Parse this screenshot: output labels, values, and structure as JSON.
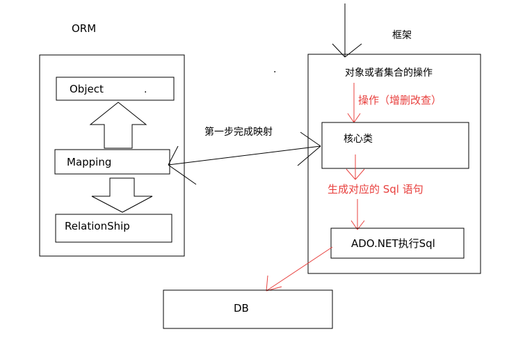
{
  "labels": {
    "orm_title": "ORM",
    "framework_title": "框架",
    "object": "Object",
    "mapping": "Mapping",
    "relationship": "RelationShip",
    "first_step": "第一步完成映射",
    "ops_on_objects": "对象或者集合的操作",
    "crud_ops": "操作（增删改查）",
    "core_class": "核心类",
    "gen_sql": "生成对应的 Sql 语句",
    "ado_net": "ADO.NET执行Sql",
    "db": "DB",
    "dot_mark": "."
  },
  "colors": {
    "stroke": "#000000",
    "red": "#e8403e",
    "text": "#000000"
  }
}
